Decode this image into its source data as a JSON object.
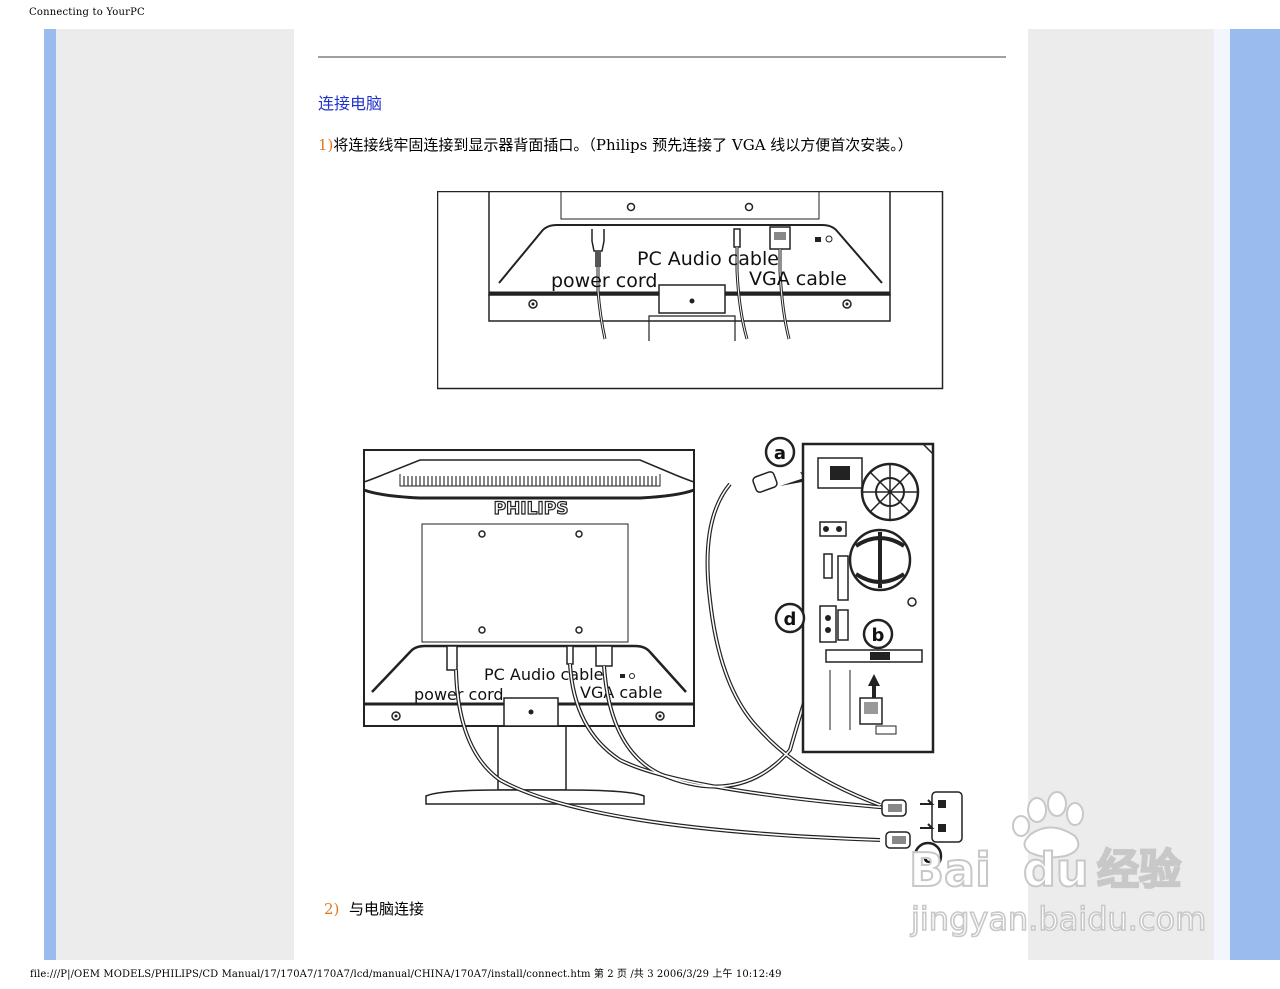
{
  "print_header": "Connecting to YourPC",
  "print_footer": "file:///P|/OEM MODELS/PHILIPS/CD Manual/17/170A7/170A7/lcd/manual/CHINA/170A7/install/connect.htm 第 2 页 /共 3 2006/3/29 上午 10:12:49",
  "page": {
    "title": "连接电脑",
    "step1_num": "1)",
    "step1_text": "将连接线牢固连接到显示器背面插口。（Philips 预先连接了 VGA 线以方便首次安装。）",
    "step2_num": "2)",
    "step2_text": "与电脑连接"
  },
  "figure1": {
    "label_pc_audio": "PC Audio cable",
    "label_power": "power cord",
    "label_vga": "VGA cable"
  },
  "figure2": {
    "brand": "PHILIPS",
    "label_pc_audio": "PC Audio cable",
    "label_power": "power cord",
    "label_vga": "VGA cable",
    "callout_a": "a",
    "callout_b": "b",
    "callout_c": "c",
    "callout_d": "d"
  },
  "watermark": {
    "brand": "Bai",
    "brand2": "du",
    "product": "经验",
    "url": "jingyan.baidu.com"
  },
  "colors": {
    "title_blue": "#2233cc",
    "step_number_orange": "#e07a20",
    "side_blue": "#99bbee",
    "side_grey": "#ececec"
  }
}
